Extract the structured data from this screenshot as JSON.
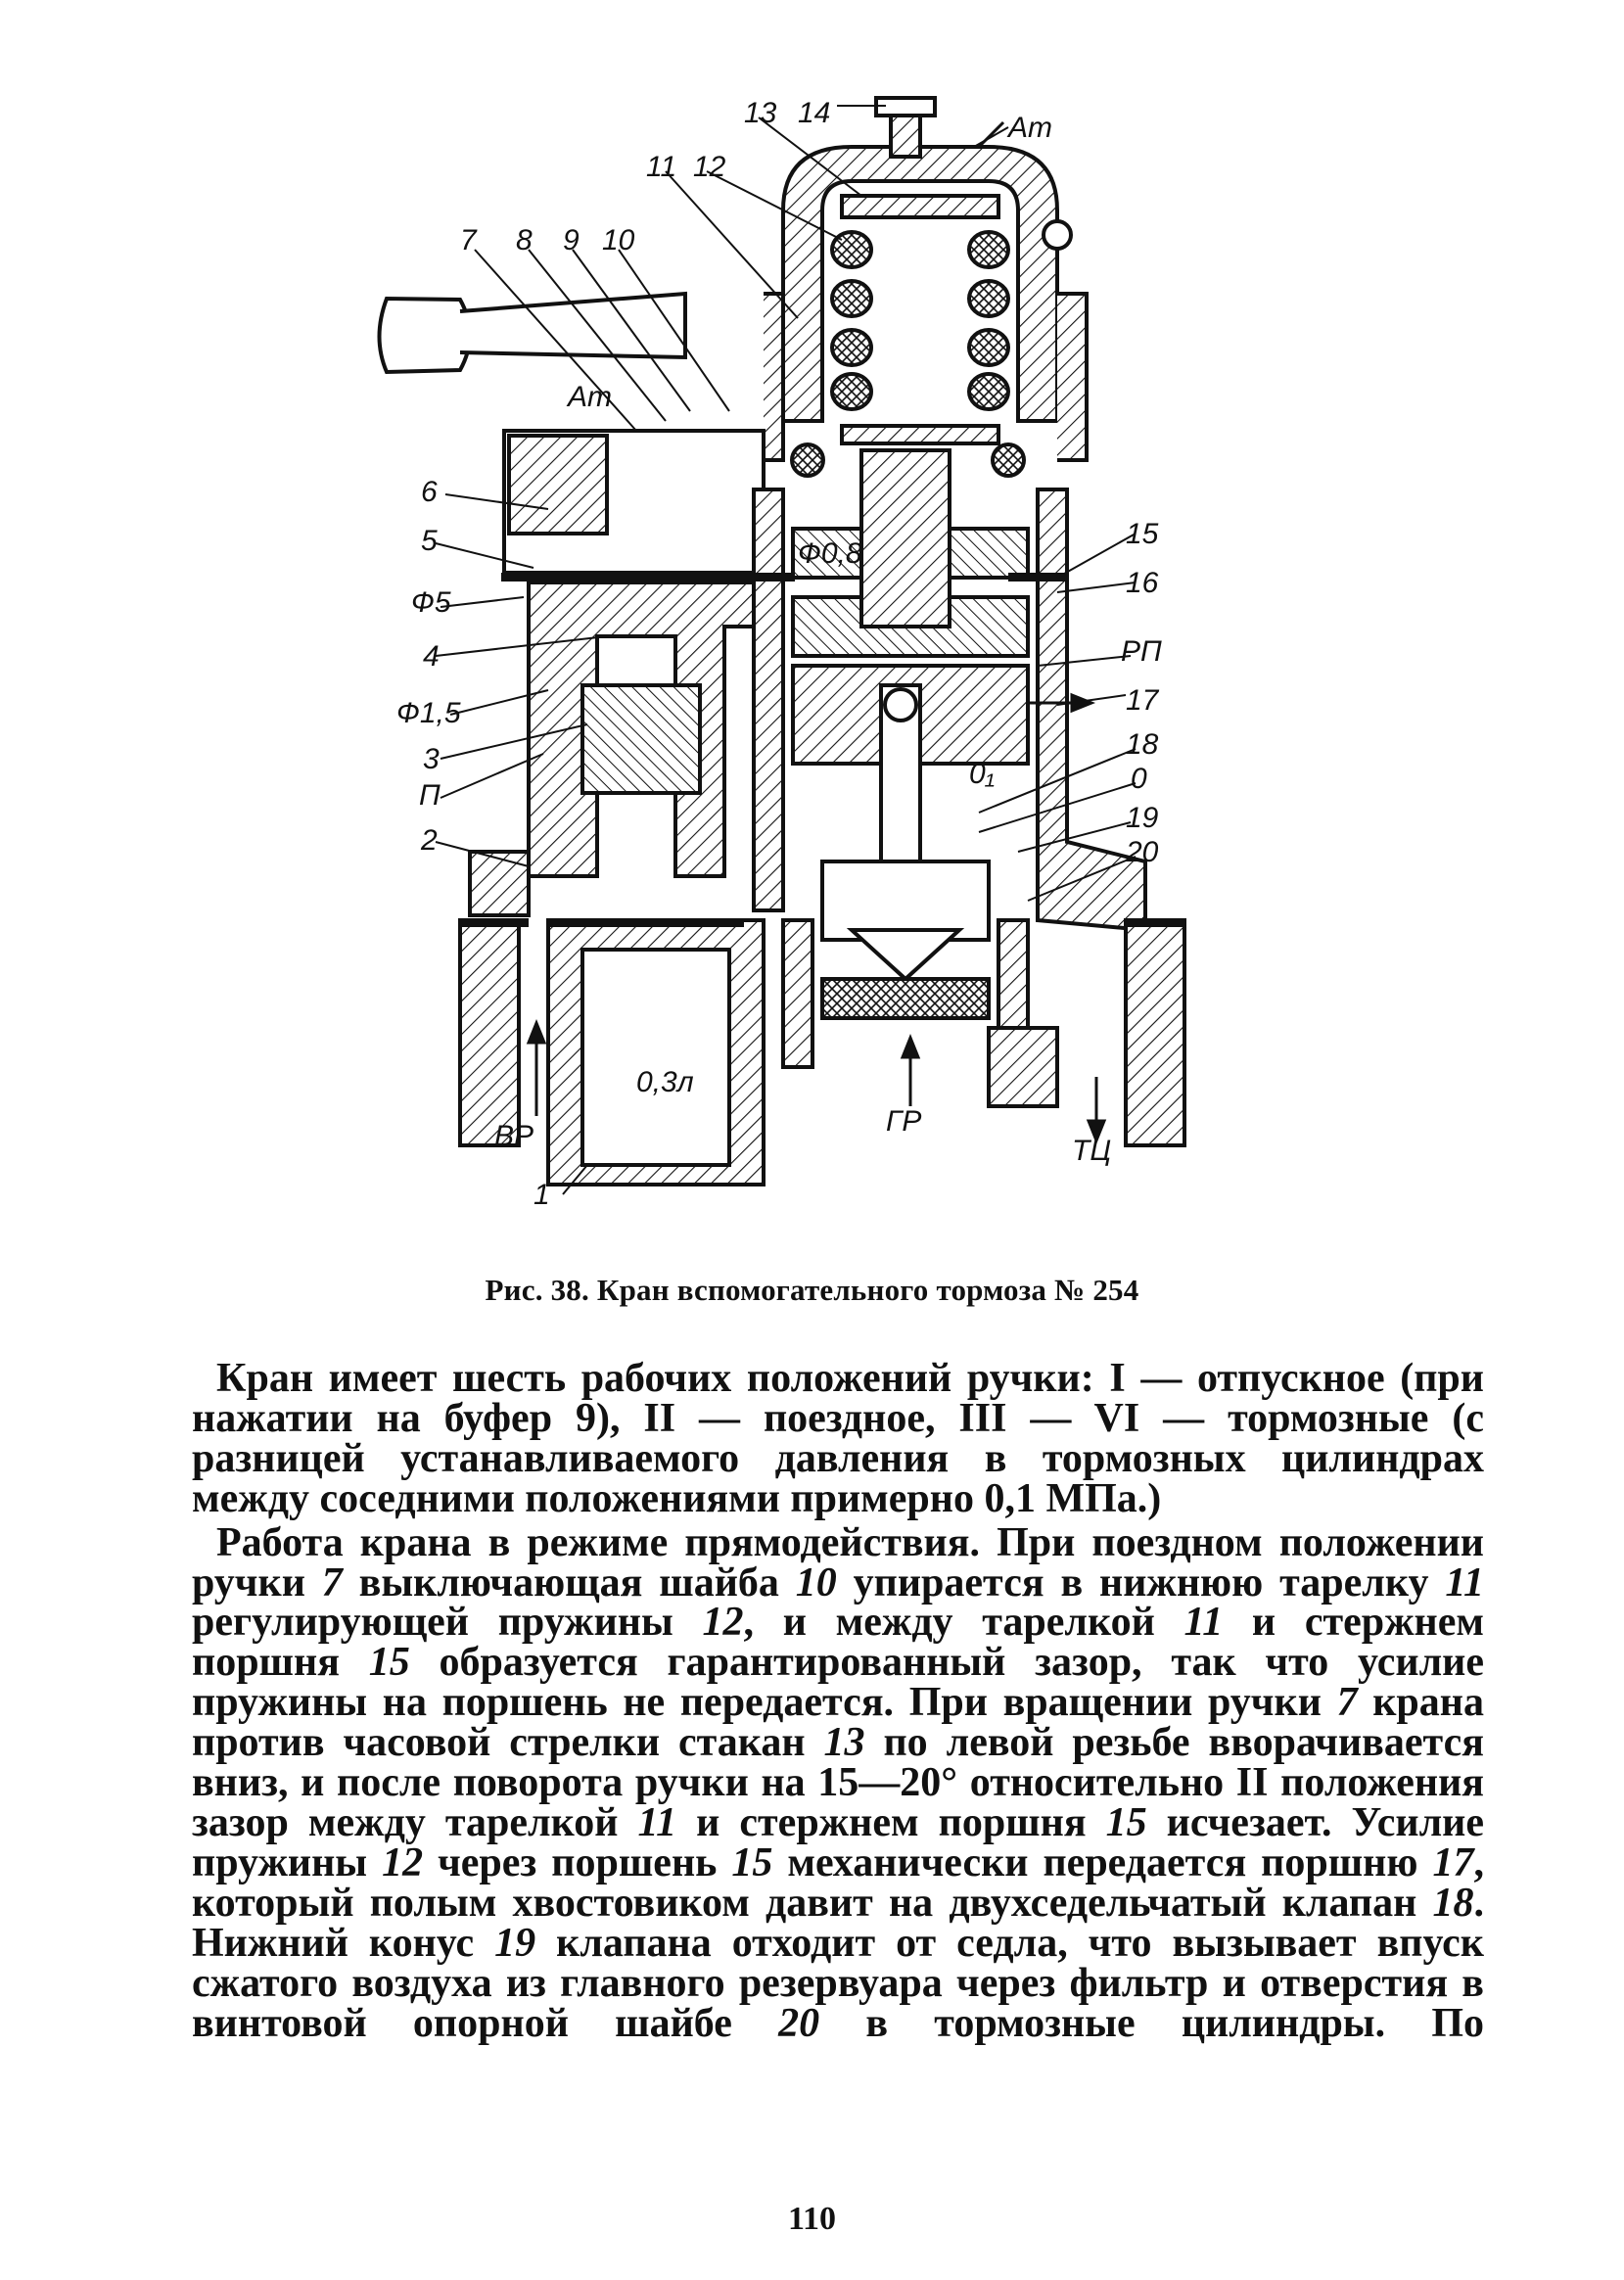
{
  "figure": {
    "callouts": {
      "n13": "13",
      "n14": "14",
      "at_top": "Ат",
      "n11": "11",
      "n12": "12",
      "n7": "7",
      "n8": "8",
      "n9": "9",
      "n10": "10",
      "at_mid": "Ат",
      "n6": "6",
      "n5": "5",
      "phi5": "Ф5",
      "n4": "4",
      "phi15": "Ф1,5",
      "n3": "3",
      "p": "П",
      "n2": "2",
      "phi08": "Ф0,8",
      "n15": "15",
      "n16": "16",
      "rp": "РП",
      "n17": "17",
      "n18": "18",
      "o1": "0₁",
      "o": "0",
      "n19": "19",
      "n20": "20",
      "vol": "0,3л",
      "vr": "ВР",
      "gr": "ГР",
      "tc": "ТЦ",
      "n1": "1"
    },
    "caption": "Рис. 38. Кран вспомогательного тормоза № 254"
  },
  "text": {
    "p1": "Кран имеет шесть рабочих положений ручки: I — отпускное (при нажатии на буфер 9), II — поездное, III — VI — тормозные (с разницей устанавливаемого давления в тормозных цилиндрах между соседними положениями примерно 0,1 МПа.)",
    "p2_head": "Работа крана в режиме прямодействия.",
    "p2_a": " При поездном положении ручки ",
    "p2_n7": "7",
    "p2_b": " выключающая шайба ",
    "p2_n10": "10",
    "p2_c": " упирается в нижнюю тарелку ",
    "p2_n11": "11",
    "p2_d": " регулирующей пружины ",
    "p2_n12": "12",
    "p2_e": ", и между тарелкой ",
    "p2_n11b": "11",
    "p2_f": " и стержнем поршня ",
    "p2_n15": "15",
    "p2_g": " образуется гарантированный зазор, так что усилие пружины на поршень не передается. При вращении ручки ",
    "p2_n7b": "7",
    "p2_h": " крана против часовой стрелки стакан ",
    "p2_n13": "13",
    "p2_i": " по левой резьбе вворачивается вниз, и после поворота ручки на 15—20° относительно II положения зазор между тарелкой ",
    "p2_n11c": "11",
    "p2_j": " и стержнем поршня ",
    "p2_n15b": "15",
    "p2_k": " исчезает. Усилие пружины ",
    "p2_n12b": "12",
    "p2_l": " через поршень ",
    "p2_n15c": "15",
    "p2_m": " механически передается поршню ",
    "p2_n17": "17",
    "p2_n": ", который полым хвостовиком давит на двухседельчатый клапан ",
    "p2_n18": "18",
    "p2_o": ". Нижний конус ",
    "p2_n19": "19",
    "p2_p": " клапана отходит от седла, что вызывает впуск сжатого воздуха из главного резервуара через фильтр и отверстия в винтовой опорной шайбе ",
    "p2_n20": "20",
    "p2_q": " в тормозные цилиндры. По"
  },
  "page_number": "110"
}
